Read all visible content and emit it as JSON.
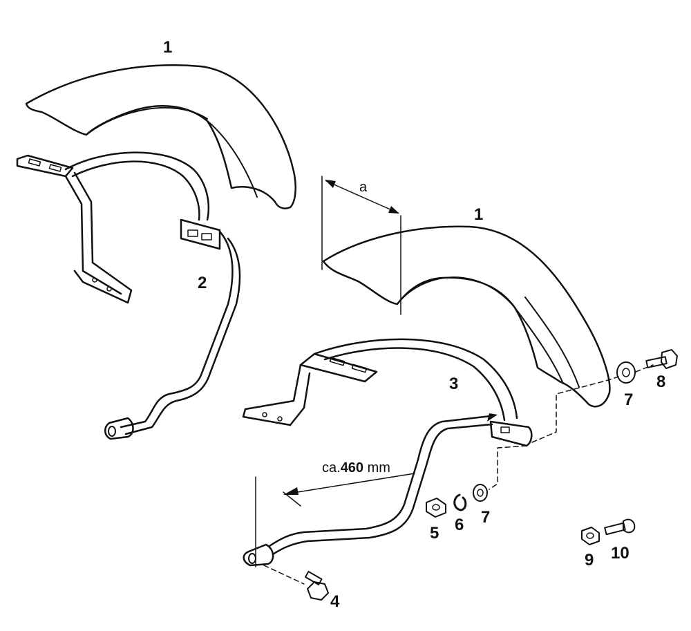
{
  "labels": {
    "fender_left": "1",
    "fender_right": "1",
    "bracket_left": "2",
    "bracket_right": "3",
    "bolt_4": "4",
    "nut_5": "5",
    "lockwasher_6": "6",
    "washer_7a": "7",
    "washer_7b": "7",
    "bolt_8": "8",
    "nut_9": "9",
    "bolt_10": "10"
  },
  "dimensions": {
    "width_a": "a",
    "length_prefix": "ca.",
    "length_value": "460",
    "length_unit": " mm"
  }
}
